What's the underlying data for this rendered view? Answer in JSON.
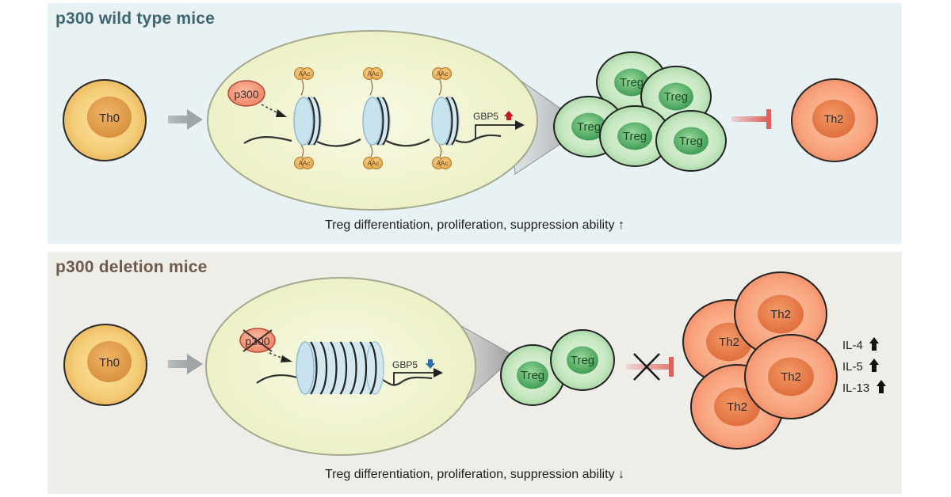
{
  "panels": {
    "wild_type": {
      "title": "p300 wild type mice",
      "progenitor_cell": "Th0",
      "enzyme": "p300",
      "histone_mark": "AAc",
      "gene": "GBP5",
      "gene_change": "up",
      "treg_cells": [
        "Treg",
        "Treg",
        "Treg",
        "Treg",
        "Treg"
      ],
      "target_cell": "Th2",
      "interaction": "inhibits",
      "caption": "Treg differentiation, proliferation, suppression ability",
      "caption_trend": "up",
      "arrow_up": "↑"
    },
    "deletion": {
      "title": "p300 deletion mice",
      "progenitor_cell": "Th0",
      "enzyme": "p300",
      "enzyme_status": "deleted",
      "gene": "GBP5",
      "gene_change": "down",
      "treg_cells": [
        "Treg",
        "Treg"
      ],
      "target_cells": [
        "Th2",
        "Th2",
        "Th2",
        "Th2"
      ],
      "interaction": "inhibition blocked",
      "cytokines": [
        {
          "label": "IL-4",
          "trend": "up"
        },
        {
          "label": "IL-5",
          "trend": "up"
        },
        {
          "label": "IL-13",
          "trend": "up"
        }
      ],
      "caption": "Treg differentiation, proliferation, suppression ability",
      "caption_trend": "down",
      "arrow_down": "↓"
    }
  },
  "colors": {
    "top_bg": "#e8f1f4",
    "bottom_bg": "#efede8",
    "nucleus_fill": "#f1f3cf",
    "treg_green": "#7fc48f",
    "th2_orange": "#f08a62",
    "th0_yellow": "#f2c06a",
    "inhibit_red": "#e0605a",
    "up_red": "#c8161d",
    "down_blue": "#2d6fb5"
  }
}
